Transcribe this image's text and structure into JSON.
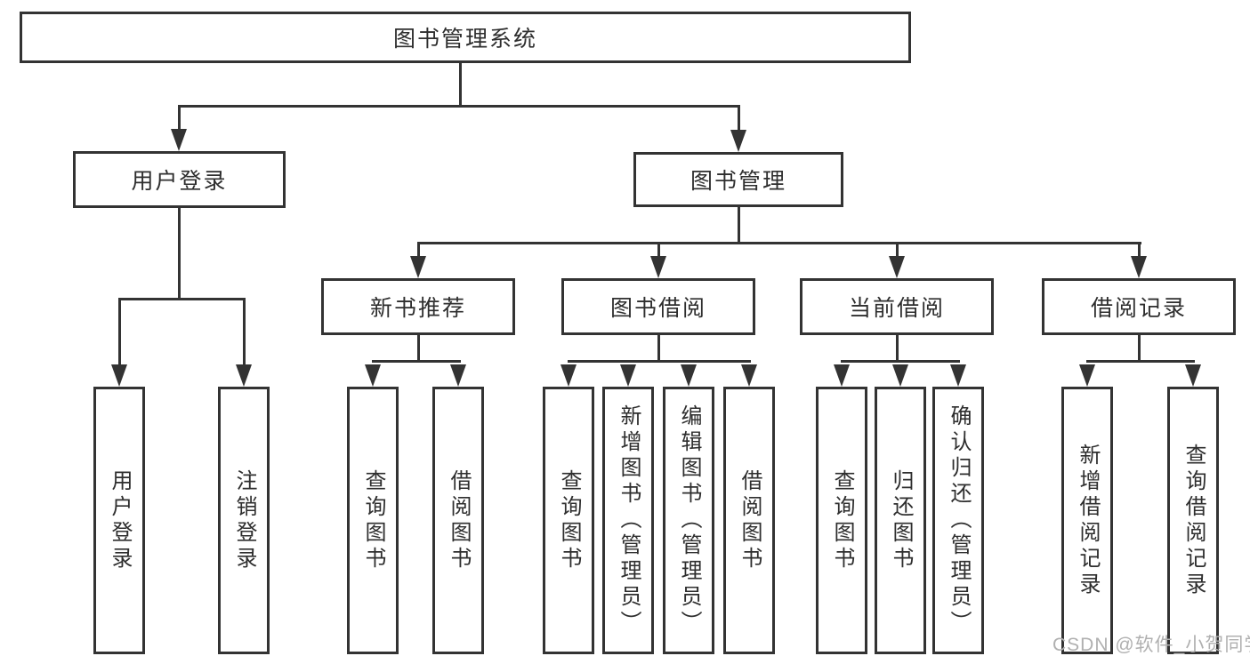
{
  "tree": {
    "root_label": "图书管理系统",
    "branches": [
      {
        "label": "用户登录",
        "children": [
          {
            "label": "用户登录"
          },
          {
            "label": "注销登录"
          }
        ]
      },
      {
        "label": "图书管理",
        "children": [
          {
            "label": "新书推荐",
            "children": [
              {
                "label": "查询图书"
              },
              {
                "label": "借阅图书"
              }
            ]
          },
          {
            "label": "图书借阅",
            "children": [
              {
                "label": "查询图书"
              },
              {
                "label": "新增图书（管理员）"
              },
              {
                "label": "编辑图书（管理员）"
              },
              {
                "label": "借阅图书"
              }
            ]
          },
          {
            "label": "当前借阅",
            "children": [
              {
                "label": "查询图书"
              },
              {
                "label": "归还图书"
              },
              {
                "label": "确认归还（管理员）"
              }
            ]
          },
          {
            "label": "借阅记录",
            "children": [
              {
                "label": "新增借阅记录"
              },
              {
                "label": "查询借阅记录"
              }
            ]
          }
        ]
      }
    ]
  },
  "watermark": {
    "text": "CSDN @软件_小贺同学"
  },
  "colors": {
    "line": "#333333",
    "text": "#2e2e2e",
    "watermark": "#b0b0b0",
    "background": "#ffffff"
  }
}
